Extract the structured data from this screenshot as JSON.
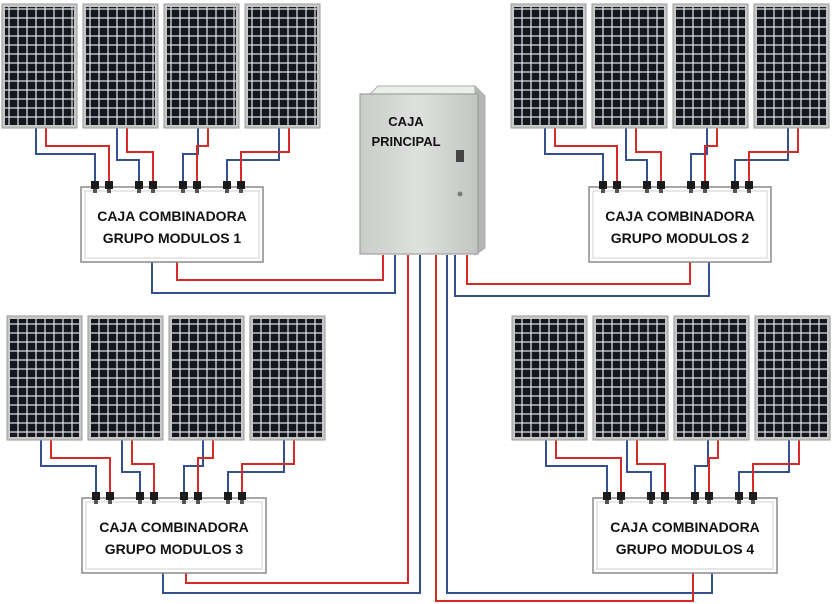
{
  "main_box": {
    "line1": "CAJA",
    "line2": "PRINCIPAL"
  },
  "combiner_boxes": [
    {
      "line1": "CAJA COMBINADORA",
      "line2": "GRUPO  MODULOS 1"
    },
    {
      "line1": "CAJA COMBINADORA",
      "line2": "GRUPO  MODULOS 2"
    },
    {
      "line1": "CAJA COMBINADORA",
      "line2": "GRUPO  MODULOS 3"
    },
    {
      "line1": "CAJA COMBINADORA",
      "line2": "GRUPO  MODULOS 4"
    }
  ],
  "colors": {
    "positive_wire": "#d42a2a",
    "negative_wire": "#34508f",
    "panel_cell": "#14161e",
    "panel_frame": "#c8c8c8",
    "enclosure": "#d6d9d6"
  }
}
